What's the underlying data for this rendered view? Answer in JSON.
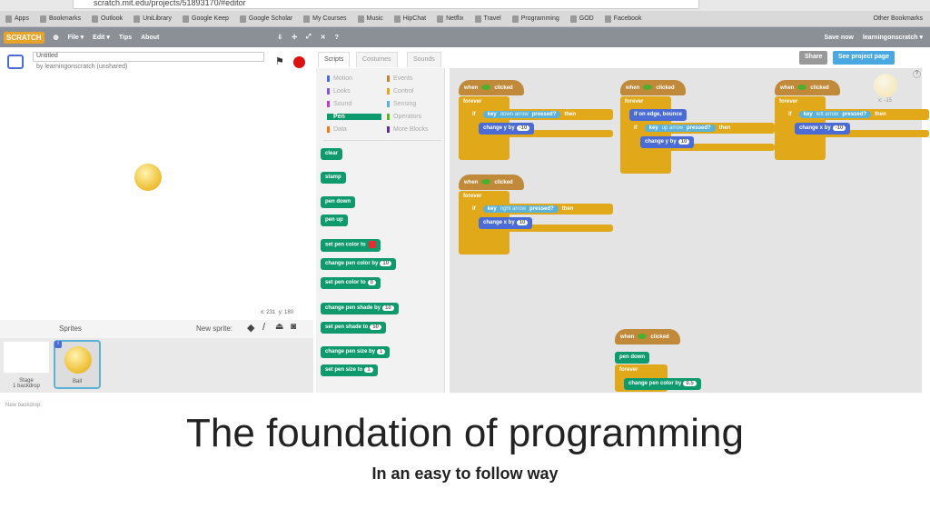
{
  "browser": {
    "url": "scratch.mit.edu/projects/51893170/#editor",
    "bookmarks": [
      "Apps",
      "Bookmarks",
      "Outlook",
      "UniLibrary",
      "Google Keep",
      "Google Scholar",
      "My Courses",
      "Music",
      "HipChat",
      "Netflix",
      "Travel",
      "Programming",
      "GOD",
      "Facebook"
    ],
    "other_bookmarks": "Other Bookmarks"
  },
  "menu": {
    "logo": "SCRATCH",
    "items": [
      "File ▾",
      "Edit ▾",
      "Tips",
      "About"
    ],
    "save": "Save now",
    "user": "learningonscratch ▾"
  },
  "project": {
    "title": "Untitled",
    "byline": "by learningonscratch (unshared)"
  },
  "stage": {
    "coords_x": "x: 231",
    "coords_y": "y: 180"
  },
  "sprites": {
    "header": "Sprites",
    "new_sprite": "New sprite:",
    "stage_label": "Stage",
    "stage_sub": "1 backdrop",
    "sprite_name": "Ball",
    "new_backdrop": "New backdrop:"
  },
  "tabs": [
    "Scripts",
    "Costumes",
    "Sounds"
  ],
  "buttons": {
    "share": "Share",
    "see_project": "See project page"
  },
  "categories": [
    {
      "label": "Motion",
      "color": "#4a6cd4"
    },
    {
      "label": "Events",
      "color": "#c88330"
    },
    {
      "label": "Looks",
      "color": "#8a55d7"
    },
    {
      "label": "Control",
      "color": "#e1a91a"
    },
    {
      "label": "Sound",
      "color": "#bb42c3"
    },
    {
      "label": "Sensing",
      "color": "#5cb1d6"
    },
    {
      "label": "Pen",
      "color": "#0e9a6c",
      "selected": true
    },
    {
      "label": "Operators",
      "color": "#5cb712"
    },
    {
      "label": "Data",
      "color": "#ee7d16"
    },
    {
      "label": "More Blocks",
      "color": "#632d99"
    }
  ],
  "palette_blocks": [
    {
      "text": "clear"
    },
    {
      "text": "stamp"
    },
    {
      "text": "pen down"
    },
    {
      "text": "pen up"
    },
    {
      "text": "set pen color to",
      "swatch": "#e03030"
    },
    {
      "text": "change pen color by",
      "value": "10"
    },
    {
      "text": "set pen color to",
      "value": "0"
    },
    {
      "text": "change pen shade by",
      "value": "10"
    },
    {
      "text": "set pen shade to",
      "value": "50"
    },
    {
      "text": "change pen size by",
      "value": "1"
    },
    {
      "text": "set pen size to",
      "value": "1"
    }
  ],
  "scripts": [
    {
      "key": "down arrow",
      "action": "change y by",
      "value": "-10"
    },
    {
      "extra": "if on edge, bounce",
      "key": "up arrow",
      "action": "change y by",
      "value": "10"
    },
    {
      "key": "left arrow",
      "action": "change x by",
      "value": "-10"
    },
    {
      "key": "right arrow",
      "action": "change x by",
      "value": "10"
    }
  ],
  "pen_script": {
    "line1": "pen down",
    "forever": "forever",
    "action": "change pen color by",
    "value": "0.5"
  },
  "block_words": {
    "when": "when",
    "clicked": "clicked",
    "forever": "forever",
    "if": "if",
    "key": "key",
    "pressed": "pressed?",
    "then": "then"
  },
  "sprite_coords": "x: -15",
  "overlay": {
    "title": "The foundation of programming",
    "subtitle": "In an easy to follow way"
  }
}
